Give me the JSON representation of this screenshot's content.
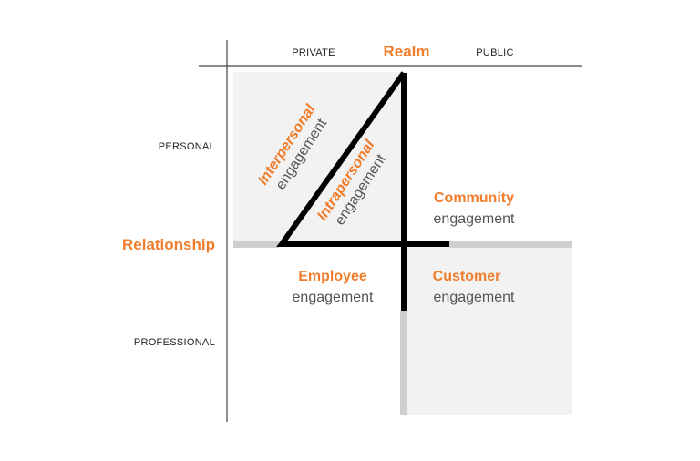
{
  "realm": {
    "label": "Realm",
    "private_label": "PRIVATE",
    "public_label": "PUBLIC"
  },
  "relationship": {
    "label": "Relationship",
    "personal_label": "PERSONAL",
    "professional_label": "PROFESSIONAL"
  },
  "quadrants": {
    "interpersonal": {
      "title": "Interpersonal",
      "subtitle": "engagement"
    },
    "intrapersonal": {
      "title": "Intrapersonal",
      "subtitle": "engagement"
    },
    "community": {
      "title": "Community",
      "subtitle": "engagement"
    },
    "employee": {
      "title": "Employee",
      "subtitle": "engagement"
    },
    "customer": {
      "title": "Customer",
      "subtitle": "engagement"
    }
  },
  "colors": {
    "accent": "#f07d2c",
    "subtext": "#555555",
    "axis_line": "#444444",
    "shade": "#f2f2f2",
    "gray_bar": "#cfcfcf",
    "figure_stroke": "#000000"
  }
}
